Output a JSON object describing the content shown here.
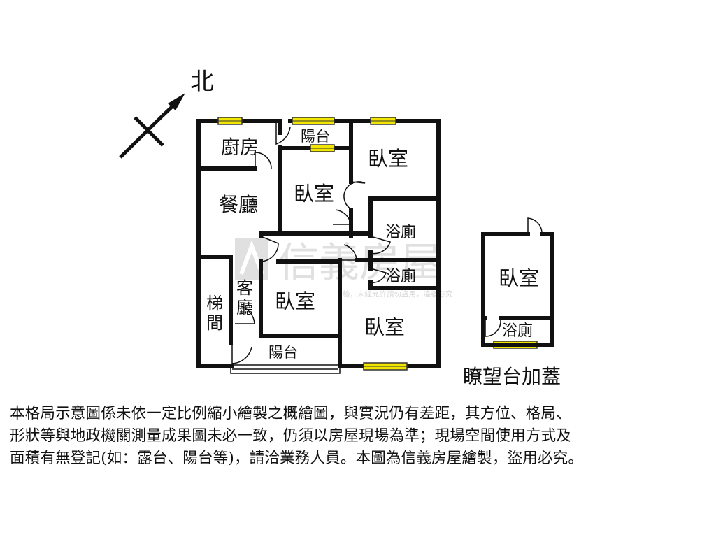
{
  "compass": {
    "north_label": "北"
  },
  "rooms": {
    "kitchen": "廚房",
    "balcony_top": "陽台",
    "bedroom_top_right": "臥室",
    "dining": "餐廳",
    "bedroom_center": "臥室",
    "bath_1": "浴廁",
    "bath_2": "浴廁",
    "stairs": "梯間",
    "living": "客廳",
    "bedroom_lower_center": "臥室",
    "bedroom_lower_right": "臥室",
    "balcony_bottom": "陽台"
  },
  "annex": {
    "bedroom": "臥室",
    "bath": "浴廁",
    "caption": "瞭望台加蓋"
  },
  "watermark": {
    "brand": "信義房屋",
    "notice_visible": "繪，未經允許請勿盜用，違者必究"
  },
  "disclaimer": {
    "line1": "本格局示意圖係未依一定比例縮小繪製之概繪圖，與實況仍有差距，其方位、格局、",
    "line2": "形狀等與地政機關測量成果圖未必一致，仍須以房屋現場為準；現場空間使用方式及",
    "line3": "面積有無登記(如：露台、陽台等)，請洽業務人員。本圖為信義房屋繪製，盜用必究。"
  },
  "colors": {
    "wall": "#111111",
    "window": "#f2e600",
    "watermark": "#d9d9d9"
  }
}
